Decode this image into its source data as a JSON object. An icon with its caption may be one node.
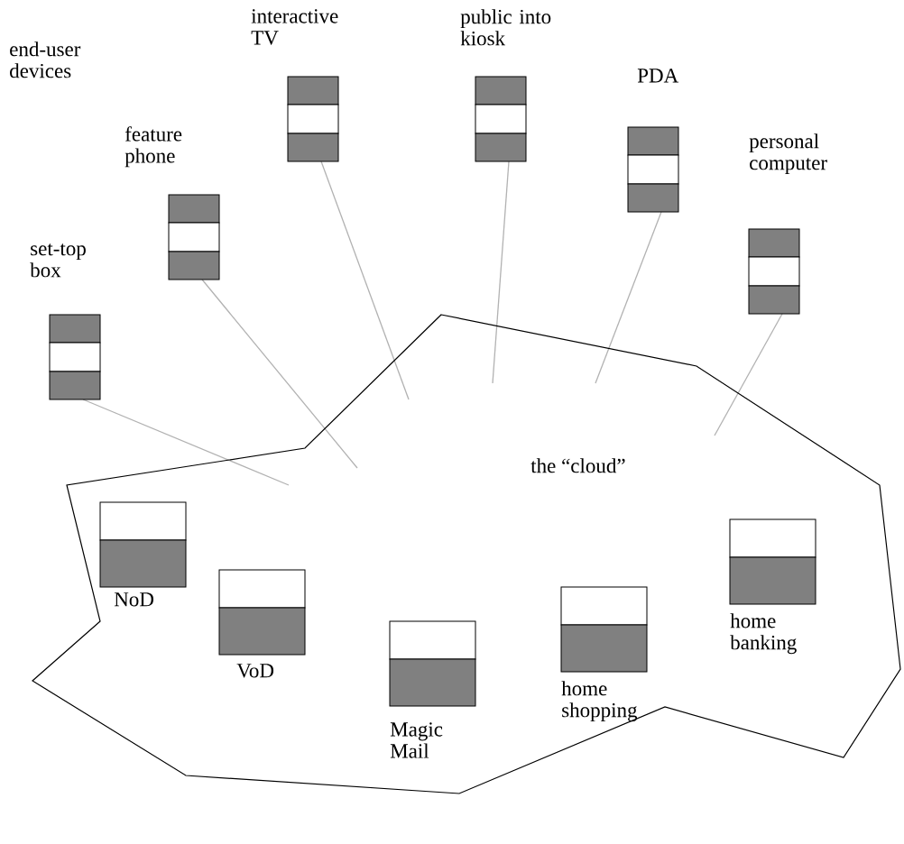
{
  "diagram": {
    "nodes": [
      {
        "text": [
          "set-top box"
        ]
      },
      {
        "text": [
          "feature phone"
        ]
      },
      {
        "text": [
          "interactive TV"
        ]
      },
      {
        "text": [
          "public into kiosk"
        ]
      },
      {
        "text": [
          "PDA"
        ]
      },
      {
        "text": [
          "personal computer"
        ]
      },
      {
        "text": [
          "the “cloud”"
        ]
      },
      {
        "text": [
          "NoD"
        ],
        "in": 6
      },
      {
        "text": [
          "VoD"
        ],
        "in": 6
      },
      {
        "text": [
          "Magic Mail"
        ],
        "in": 6
      },
      {
        "text": [
          "home shopping"
        ],
        "in": 6
      },
      {
        "text": [
          "home banking"
        ],
        "in": 6
      }
    ],
    "edges": [
      {
        "from": 0,
        "to": 6,
        "arrow": "none"
      },
      {
        "from": 1,
        "to": 6,
        "arrow": "none"
      },
      {
        "from": 2,
        "to": 6,
        "arrow": "none"
      },
      {
        "from": 3,
        "to": 6,
        "arrow": "none"
      },
      {
        "from": 4,
        "to": 6,
        "arrow": "none"
      },
      {
        "from": 5,
        "to": 6,
        "arrow": "none"
      }
    ],
    "labels": [
      "end-user devices"
    ]
  }
}
